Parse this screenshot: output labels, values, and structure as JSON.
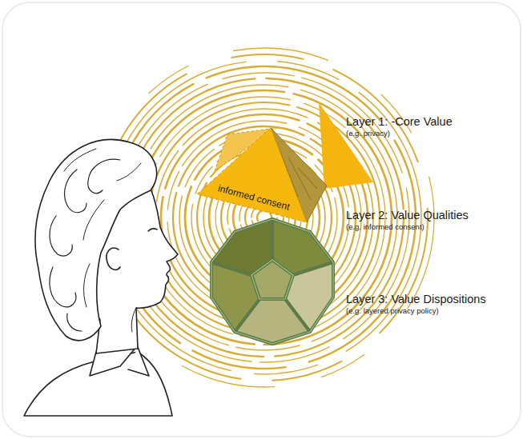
{
  "diagram": {
    "nodes": [
      {
        "text": [
          "informed consent"
        ]
      }
    ],
    "labels": [
      "Layer 1: -Core Value",
      "(e.g. privacy)",
      "Layer 2: Value Qualities",
      "(e.g. informed consent)",
      "Layer 3: Value Dispositions",
      "(e.g. layered privacy policy)"
    ]
  }
}
